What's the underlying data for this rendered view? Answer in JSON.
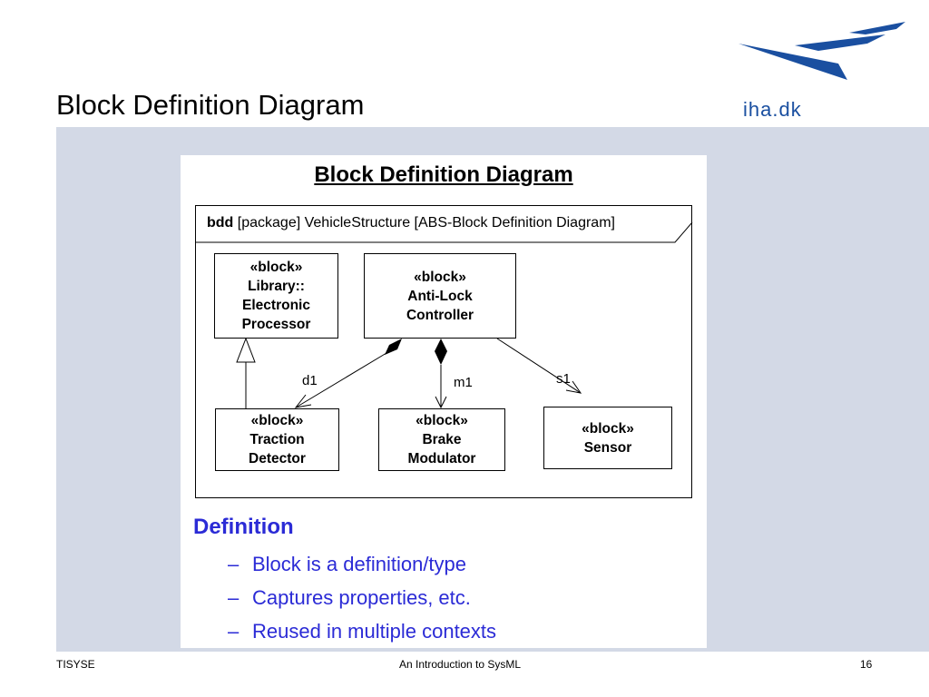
{
  "slide": {
    "title": "Block Definition Diagram",
    "logo_text": "iha.dk",
    "logo_color": "#1a4fa0",
    "band_color": "#d3d9e6"
  },
  "figure": {
    "title": "Block Definition Diagram",
    "frame": {
      "keyword": "bdd",
      "rest": " [package] VehicleStructure [ABS-Block Definition Diagram]"
    },
    "blocks": [
      {
        "id": "library",
        "lines": [
          "«block»",
          "Library::",
          "Electronic",
          "Processor"
        ]
      },
      {
        "id": "abs",
        "lines": [
          "«block»",
          "Anti-Lock",
          "Controller"
        ]
      },
      {
        "id": "traction",
        "lines": [
          "«block»",
          "Traction",
          "Detector"
        ]
      },
      {
        "id": "brake",
        "lines": [
          "«block»",
          "Brake",
          "Modulator"
        ]
      },
      {
        "id": "sensor",
        "lines": [
          "«block»",
          "Sensor"
        ]
      }
    ],
    "roles": {
      "d1": "d1",
      "m1": "m1",
      "s1": "s1"
    },
    "definition": {
      "title": "Definition",
      "items": [
        "Block is a definition/type",
        "Captures properties, etc.",
        "Reused in multiple contexts"
      ],
      "color": "#2b2bd6"
    }
  },
  "footer": {
    "left": "TISYSE",
    "center": "An Introduction to SysML",
    "page": "16"
  }
}
